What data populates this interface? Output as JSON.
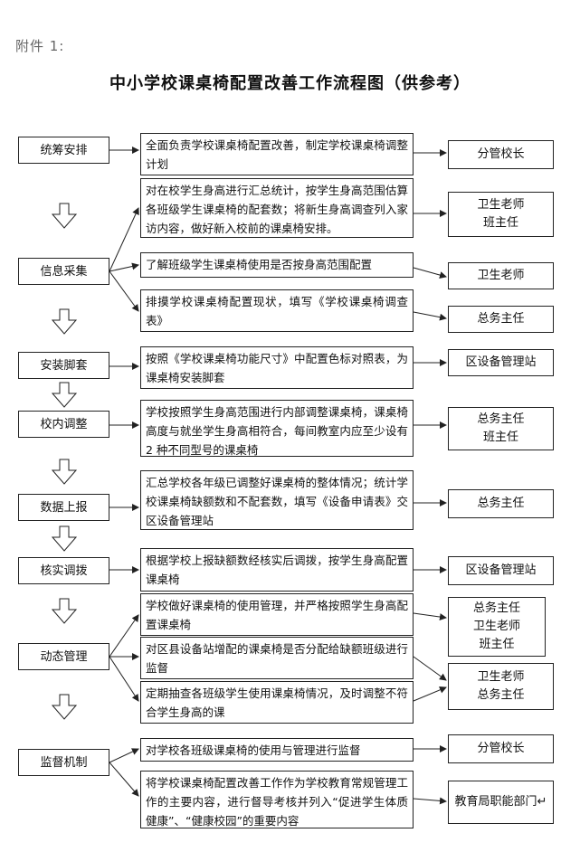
{
  "header": {
    "attachment": "附件 1:",
    "title": "中小学校课桌椅配置改善工作流程图（供参考）"
  },
  "steps": [
    "统筹安排",
    "信息采集",
    "安装脚套",
    "校内调整",
    "数据上报",
    "核实调拨",
    "动态管理",
    "监督机制"
  ],
  "descriptions": [
    "全面负责学校课桌椅配置改善，制定学校课桌椅调整计划",
    "对在校学生身高进行汇总统计，按学生身高范围估算各班级学生课桌椅的配套数；将新生身高调查列入家访内容，做好新入校前的课桌椅安排。",
    "了解班级学生课桌椅使用是否按身高范围配置",
    "排摸学校课桌椅配置现状，填写《学校课桌椅调查表》",
    "按照《学校课桌椅功能尺寸》中配置色标对照表，为课桌椅安装脚套",
    "学校按照学生身高范围进行内部调整课桌椅，课桌椅高度与就坐学生身高相符合，每间教室内应至少设有 2 种不同型号的课桌椅",
    "汇总学校各年级已调整好课桌椅的整体情况；统计学校课桌椅缺额数和不配套数，填写《设备申请表》交区设备管理站",
    "根据学校上报缺额数经核实后调拨，按学生身高配置课桌椅",
    "学校做好课桌椅的使用管理，并严格按照学生身高配置课桌椅",
    "对区县设备站增配的课桌椅是否分配给缺额班级进行监督",
    "定期抽查各班级学生使用课桌椅情况，及时调整不符合学生身高的课",
    "对学校各班级课桌椅的使用与管理进行监督",
    "将学校课桌椅配置改善工作作为学校教育常规管理工作的主要内容，进行督导考核并列入“促进学生体质健康”、“健康校园”的重要内容"
  ],
  "roles": [
    "分管校长",
    "卫生老师\n班主任",
    "卫生老师",
    "总务主任",
    "区设备管理站",
    "总务主任\n班主任",
    "总务主任",
    "区设备管理站",
    "总务主任\n卫生老师\n班主任",
    "卫生老师\n总务主任",
    "分管校长",
    "教育局职能部门↵"
  ]
}
